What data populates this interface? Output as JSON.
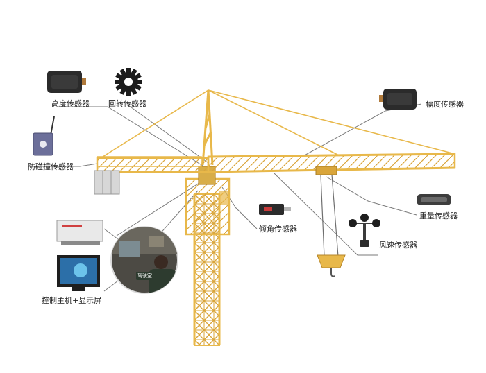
{
  "labels": {
    "height_sensor": "高度传感器",
    "rotation_sensor": "回转传感器",
    "amplitude_sensor": "幅度传感器",
    "anticollision_sensor": "防碰撞传感器",
    "weight_sensor": "重量传感器",
    "tilt_sensor": "倾角传感器",
    "wind_sensor": "风速传感器",
    "controller_display": "控制主机+显示屏"
  },
  "cab_badge": "驾驶室",
  "colors": {
    "crane": "#e8b84a",
    "crane_dark": "#c9952c",
    "sensor_dark": "#2b2b2b",
    "leader_line": "#7a7a7a",
    "screen": "#6cc3ea"
  }
}
